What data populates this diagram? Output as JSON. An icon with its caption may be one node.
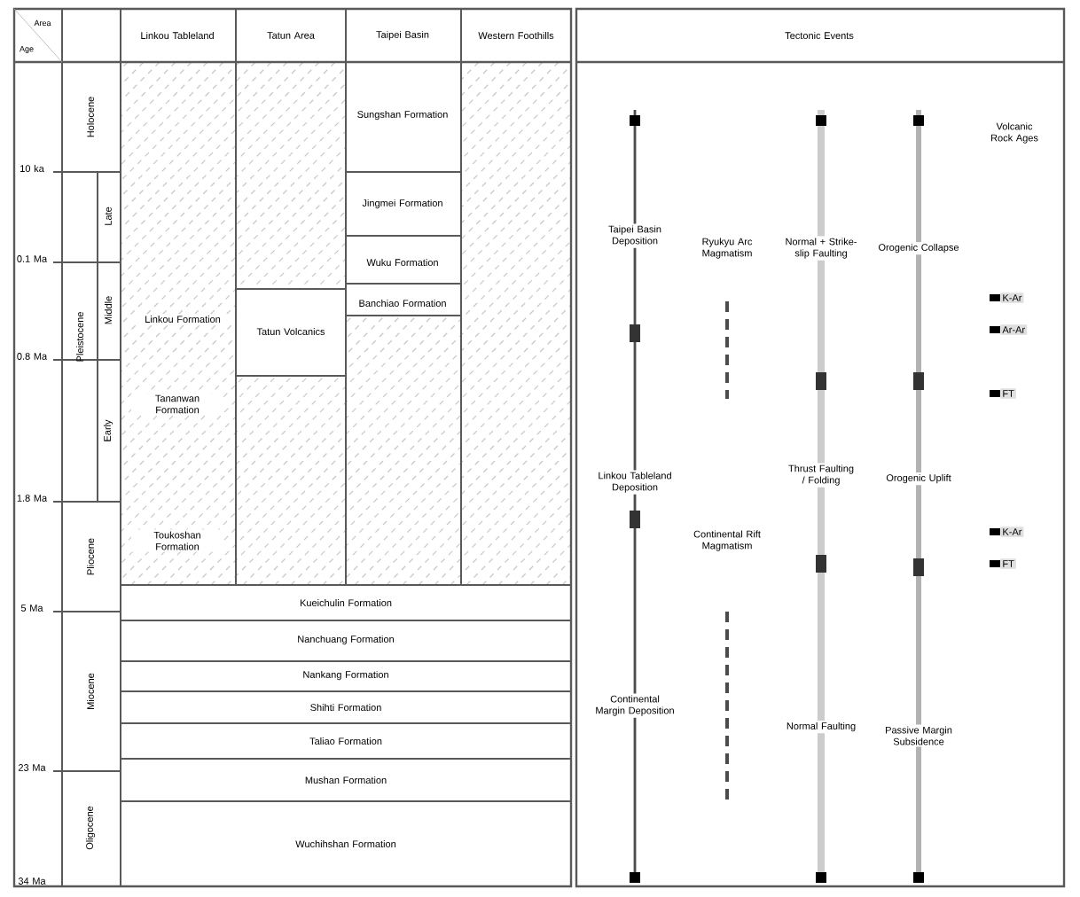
{
  "diagram": {
    "labels": [
      "Area",
      "Age",
      "Linkou Tableland",
      "Tatun Area",
      "Taipei Basin",
      "Western Foothills",
      "Tectonic Events",
      "10 ka",
      "0.1 Ma",
      "0.8 Ma",
      "1.8 Ma",
      "5 Ma",
      "23 Ma",
      "34 Ma",
      "Holocene",
      "Pleistocene",
      "Late",
      "Middle",
      "Early",
      "Pliocene",
      "Miocene",
      "Oligocene",
      "Sungshan Formation",
      "Jingmei Formation",
      "Wuku Formation",
      "Banchiao Formation",
      "Linkou Formation",
      "Tatun Volcanics",
      "Tananwan Formation",
      "Toukoshan Formation",
      "Kueichulin Formation",
      "Nanchuang Formation",
      "Nankang Formation",
      "Shihti Formation",
      "Taliao Formation",
      "Mushan Formation",
      "Wuchihshan Formation",
      "Taipei Basin Deposition",
      "Ryukyu Arc Magmatism",
      "Normal + Strike-slip Faulting",
      "Orogenic Collapse",
      "Volcanic Rock Ages",
      "K-Ar",
      "Ar-Ar",
      "FT",
      "Linkou Tableland Deposition",
      "Thrust Faulting / Folding",
      "Orogenic Uplift",
      "K-Ar",
      "FT",
      "Continental Rift Magmatism",
      "Continental Margin Deposition",
      "Normal Faulting",
      "Passive Margin Subsidence"
    ]
  }
}
